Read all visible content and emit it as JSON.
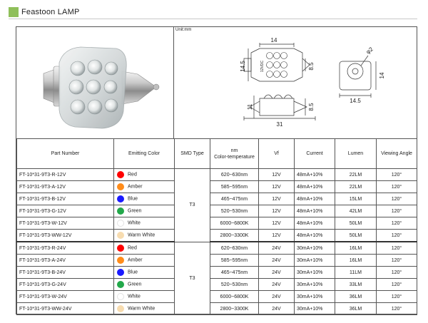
{
  "header": {
    "title": "Feastoon  LAMP"
  },
  "drawing": {
    "unit_label": "Unit:mm",
    "dims": {
      "top_width": "14",
      "top_height": "14.5",
      "top_depth": "8.5",
      "led_label": "12VDC",
      "end_dia": "φ2",
      "end_height": "14",
      "end_width": "14.5",
      "side_dia": "11",
      "side_height": "8.5",
      "length": "31"
    }
  },
  "table": {
    "headers": {
      "part_number": "Part Number",
      "emitting_color": "Emitting Color",
      "smd_type": "SMD Type",
      "nm_line1": "nm",
      "nm_line2": "Color-temperature",
      "vf": "Vf",
      "current": "Current",
      "lumen": "Lumen",
      "viewing_angle": "Viewing Angle"
    },
    "smd_group_12v": "T3",
    "smd_group_24v": "T3",
    "rows": [
      {
        "part": "FT-10*31-9T3-R-12V",
        "color": "Red",
        "swatch": "#ff0000",
        "nm": "620~630nm",
        "vf": "12V",
        "current": "48mA+10%",
        "lumen": "22LM",
        "angle": "120°"
      },
      {
        "part": "FT-10*31-9T3-A-12V",
        "color": "Amber",
        "swatch": "#ff8c1a",
        "nm": "585~595nm",
        "vf": "12V",
        "current": "48mA+10%",
        "lumen": "22LM",
        "angle": "120°"
      },
      {
        "part": "FT-10*31-9T3-B-12V",
        "color": "Blue",
        "swatch": "#1a1aff",
        "nm": "465~475nm",
        "vf": "12V",
        "current": "48mA+10%",
        "lumen": "15LM",
        "angle": "120°"
      },
      {
        "part": "FT-10*31-9T3-G-12V",
        "color": "Green",
        "swatch": "#22a84a",
        "nm": "520~530nm",
        "vf": "12V",
        "current": "48mA+10%",
        "lumen": "42LM",
        "angle": "120°"
      },
      {
        "part": "FT-10*31-9T3-W-12V",
        "color": "White",
        "swatch": "#ffffff",
        "nm": "6000~6800K",
        "vf": "12V",
        "current": "48mA+10%",
        "lumen": "50LM",
        "angle": "120°"
      },
      {
        "part": "FT-10*31-9T3-WW-12V",
        "color": "Warm White",
        "swatch": "#f7dcb0",
        "nm": "2800~3300K",
        "vf": "12V",
        "current": "48mA+10%",
        "lumen": "50LM",
        "angle": "120°"
      },
      {
        "part": "FT-10*31-9T3-R-24V",
        "color": "Red",
        "swatch": "#ff0000",
        "nm": "620~630nm",
        "vf": "24V",
        "current": "30mA+10%",
        "lumen": "16LM",
        "angle": "120°"
      },
      {
        "part": "FT-10*31-9T3-A-24V",
        "color": "Amber",
        "swatch": "#ff8c1a",
        "nm": "585~595nm",
        "vf": "24V",
        "current": "30mA+10%",
        "lumen": "16LM",
        "angle": "120°"
      },
      {
        "part": "FT-10*31-9T3-B-24V",
        "color": "Blue",
        "swatch": "#1a1aff",
        "nm": "465~475nm",
        "vf": "24V",
        "current": "30mA+10%",
        "lumen": "11LM",
        "angle": "120°"
      },
      {
        "part": "FT-10*31-9T3-G-24V",
        "color": "Green",
        "swatch": "#22a84a",
        "nm": "520~530nm",
        "vf": "24V",
        "current": "30mA+10%",
        "lumen": "33LM",
        "angle": "120°"
      },
      {
        "part": "FT-10*31-9T3-W-24V",
        "color": "White",
        "swatch": "#ffffff",
        "nm": "6000~6800K",
        "vf": "24V",
        "current": "30mA+10%",
        "lumen": "36LM",
        "angle": "120°"
      },
      {
        "part": "FT-10*31-9T3-WW-24V",
        "color": "Warm White",
        "swatch": "#f7dcb0",
        "nm": "2800~3300K",
        "vf": "24V",
        "current": "30mA+10%",
        "lumen": "36LM",
        "angle": "120°"
      }
    ]
  }
}
